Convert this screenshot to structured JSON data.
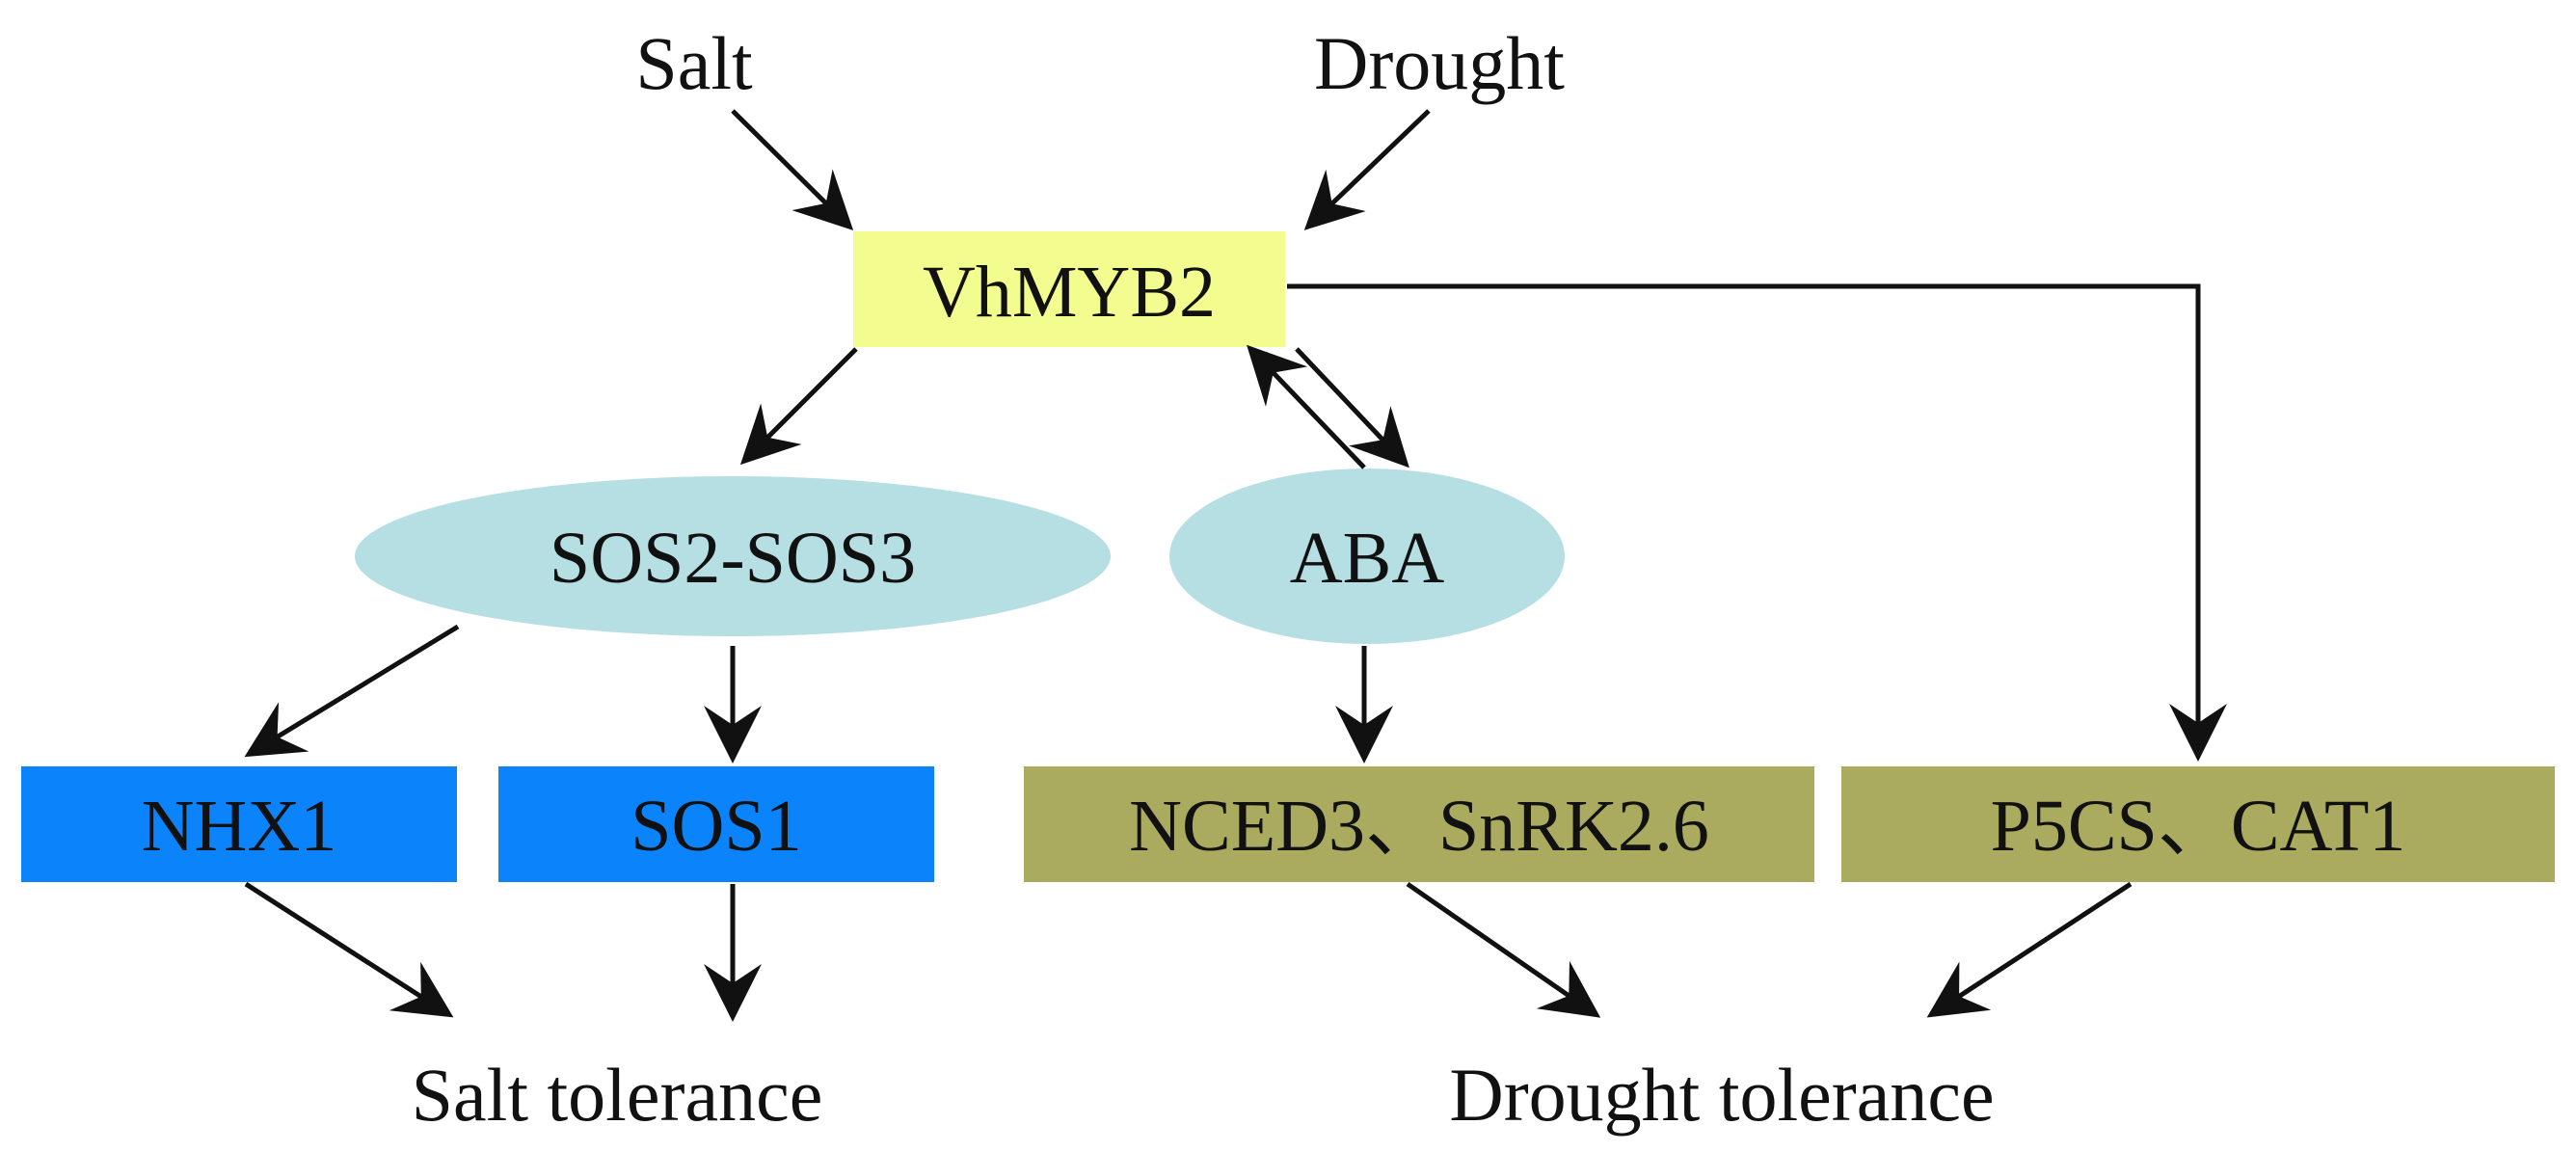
{
  "colors": {
    "regulator": "#f3fd8f",
    "ellipse": "#b6dfe3",
    "salt_gene": "#0b84fb",
    "drought_gene": "#aaab5f",
    "line": "#111111",
    "text": "#111111"
  },
  "inputs": {
    "salt": "Salt",
    "drought": "Drought"
  },
  "regulator": {
    "label": "VhMYB2"
  },
  "mediators": {
    "sos_complex": "SOS2-SOS3",
    "aba": "ABA"
  },
  "genes": {
    "nhx1": "NHX1",
    "sos1": "SOS1",
    "nced3_snrk": "NCED3、SnRK2.6",
    "p5cs_cat1": "P5CS、CAT1"
  },
  "outcomes": {
    "salt_tolerance": "Salt tolerance",
    "drought_tolerance": "Drought tolerance"
  }
}
